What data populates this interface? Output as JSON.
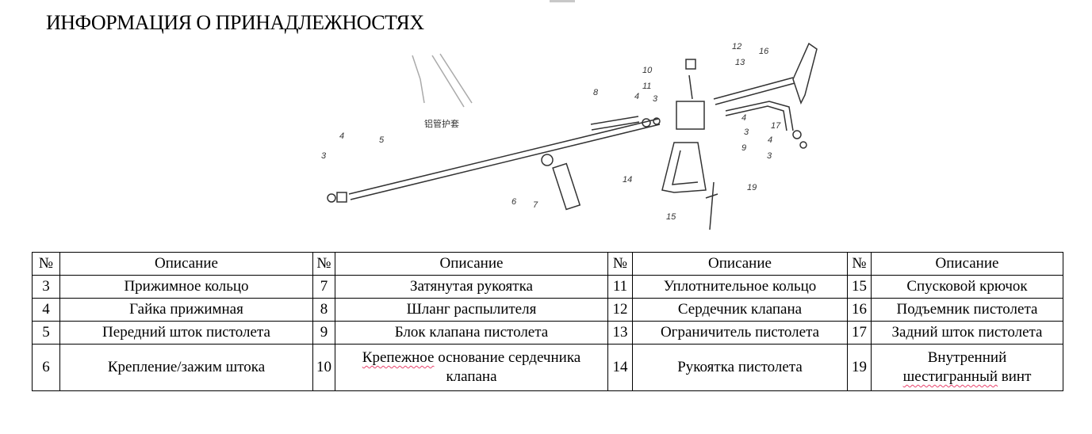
{
  "title": "ИНФОРМАЦИЯ О ПРИНАДЛЕЖНОСТЯХ",
  "drawing": {
    "caption": "铝管护套",
    "labels": [
      "3",
      "4",
      "5",
      "6",
      "7",
      "8",
      "4",
      "3",
      "10",
      "11",
      "12",
      "13",
      "16",
      "9",
      "3",
      "4",
      "17",
      "4",
      "3",
      "14",
      "19",
      "15"
    ]
  },
  "table": {
    "headers": {
      "num": "№",
      "desc": "Описание"
    },
    "rows": [
      [
        {
          "n": "3",
          "d": "Прижимное кольцо"
        },
        {
          "n": "7",
          "d": "Затянутая рукоятка"
        },
        {
          "n": "11",
          "d": "Уплотнительное кольцо"
        },
        {
          "n": "15",
          "d": "Спусковой крючок"
        }
      ],
      [
        {
          "n": "4",
          "d": "Гайка прижимная"
        },
        {
          "n": "8",
          "d": "Шланг распылителя"
        },
        {
          "n": "12",
          "d": "Сердечник клапана"
        },
        {
          "n": "16",
          "d": "Подъемник пистолета"
        }
      ],
      [
        {
          "n": "5",
          "d": "Передний шток пистолета"
        },
        {
          "n": "9",
          "d": "Блок клапана пистолета"
        },
        {
          "n": "13",
          "d": "Ограничитель пистолета"
        },
        {
          "n": "17",
          "d": "Задний шток пистолета"
        }
      ],
      [
        {
          "n": "6",
          "d": "Крепление/зажим штока"
        },
        {
          "n": "10",
          "d1": "Крепежное",
          "d2": " основание сердечника клапана"
        },
        {
          "n": "14",
          "d": "Рукоятка пистолета"
        },
        {
          "n": "19",
          "d1": "Внутренний ",
          "d2": "шестигранный",
          "d3": " винт"
        }
      ]
    ]
  }
}
